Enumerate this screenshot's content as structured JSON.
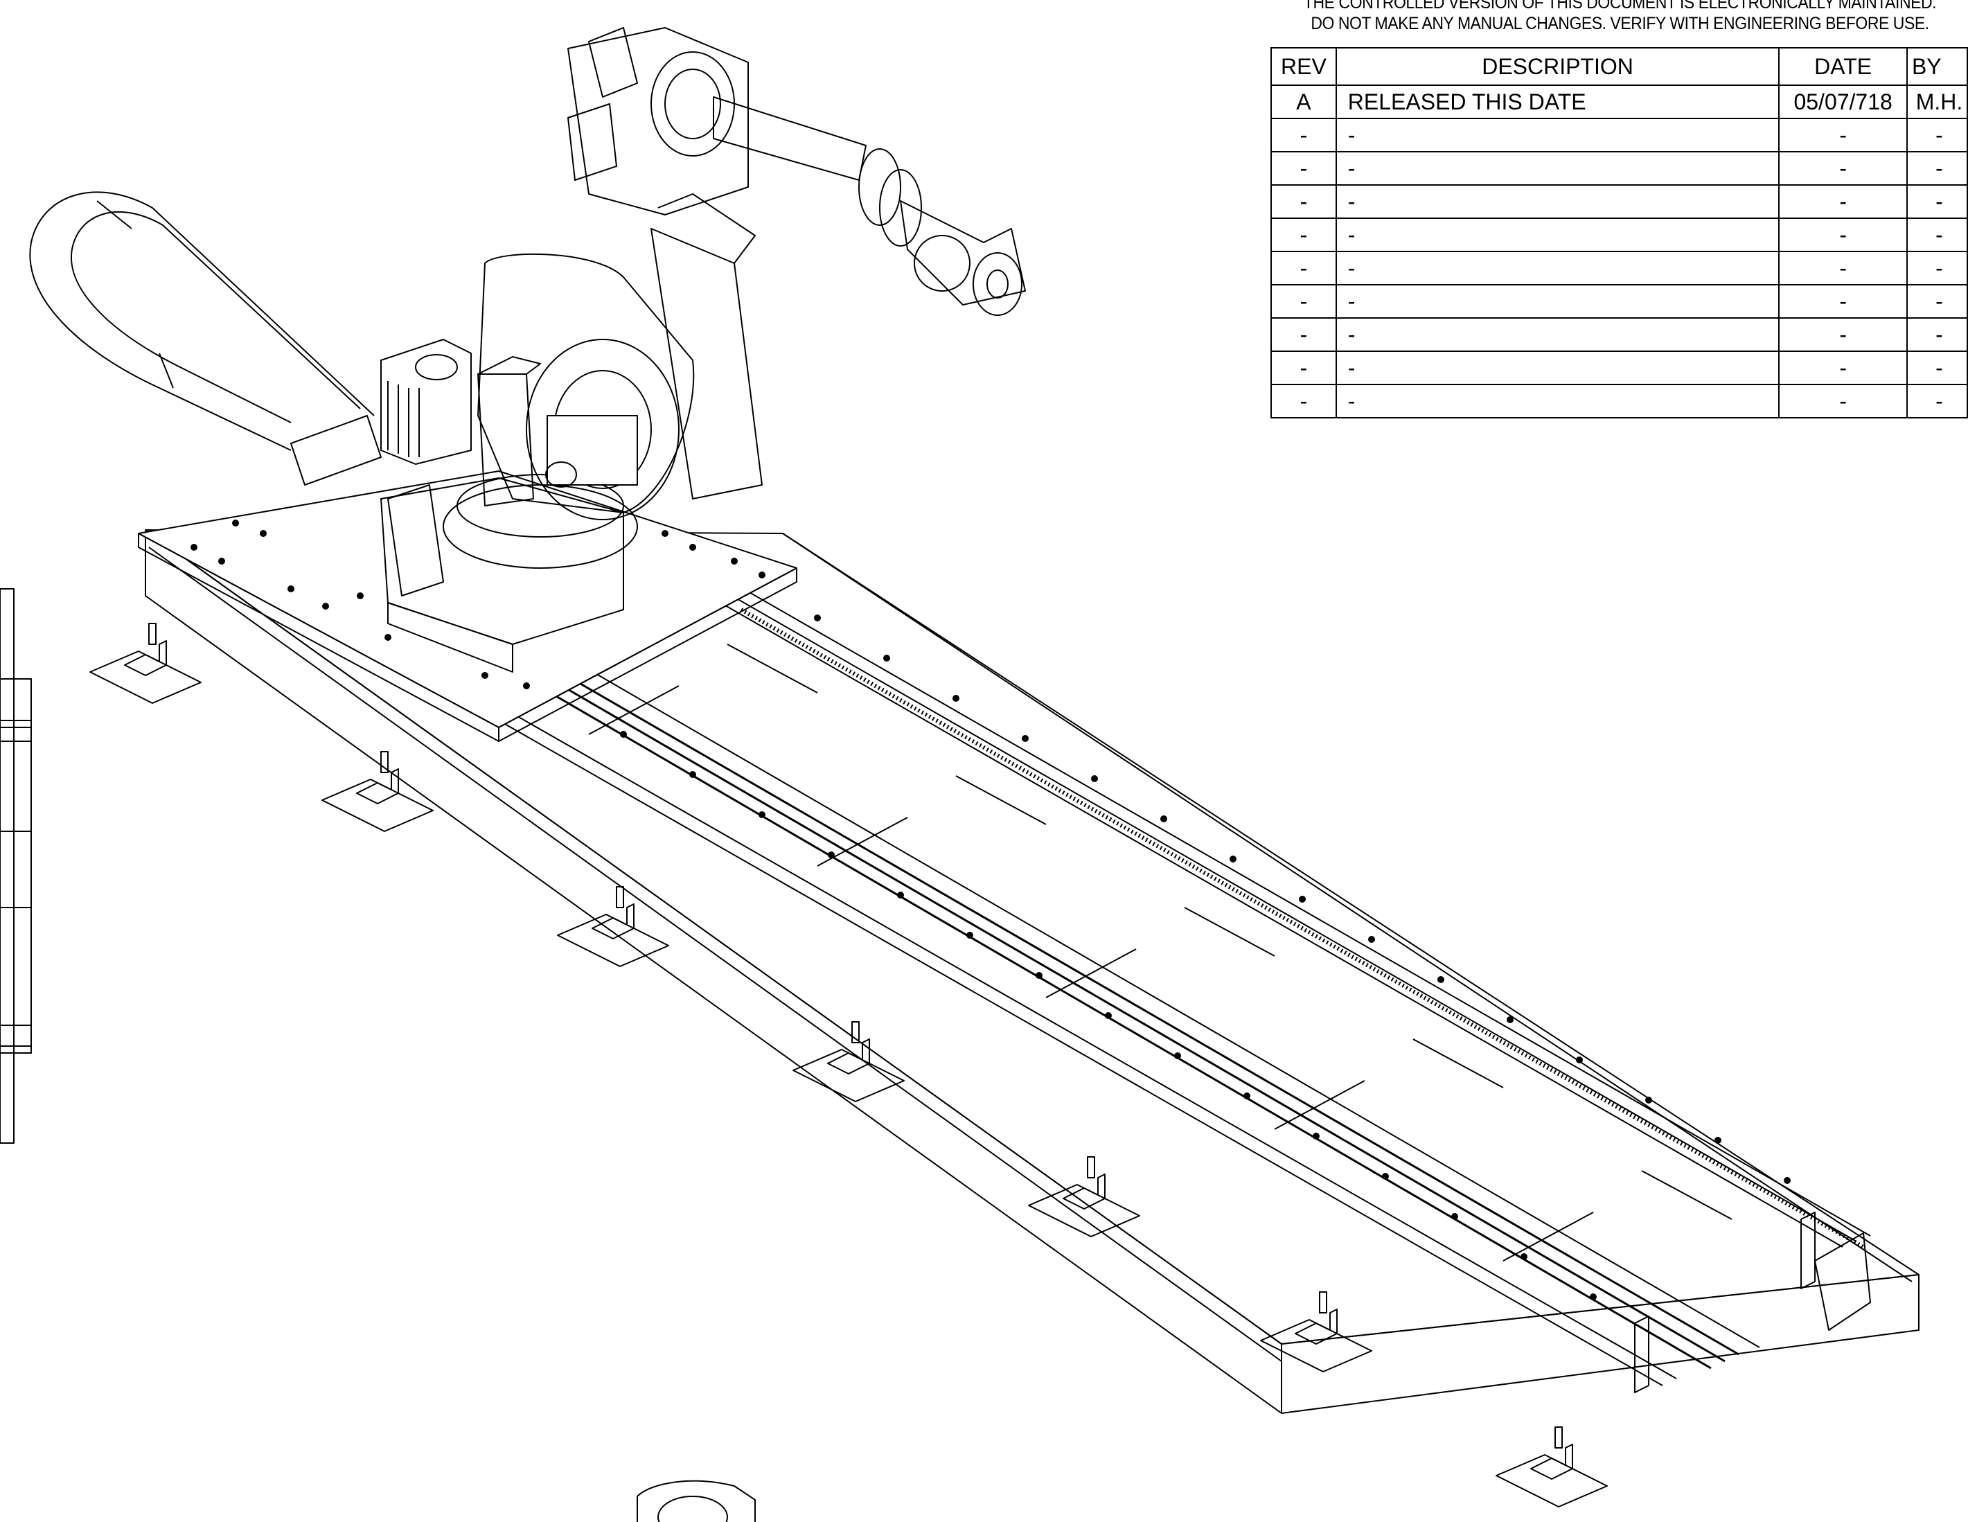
{
  "notice": {
    "line1": "THE CONTROLLED VERSION OF THIS DOCUMENT IS ELECTRONICALLY MAINTAINED.",
    "line2": "DO NOT MAKE ANY MANUAL CHANGES. VERIFY WITH ENGINEERING BEFORE USE."
  },
  "revision_table": {
    "headers": {
      "rev": "REV",
      "description": "DESCRIPTION",
      "date": "DATE",
      "by": "BY"
    },
    "rows": [
      {
        "rev": "A",
        "description": "RELEASED THIS DATE",
        "date": "05/07/718",
        "by": "M.H."
      },
      {
        "rev": "-",
        "description": "-",
        "date": "-",
        "by": "-"
      },
      {
        "rev": "-",
        "description": "-",
        "date": "-",
        "by": "-"
      },
      {
        "rev": "-",
        "description": "-",
        "date": "-",
        "by": "-"
      },
      {
        "rev": "-",
        "description": "-",
        "date": "-",
        "by": "-"
      },
      {
        "rev": "-",
        "description": "-",
        "date": "-",
        "by": "-"
      },
      {
        "rev": "-",
        "description": "-",
        "date": "-",
        "by": "-"
      },
      {
        "rev": "-",
        "description": "-",
        "date": "-",
        "by": "-"
      },
      {
        "rev": "-",
        "description": "-",
        "date": "-",
        "by": "-"
      },
      {
        "rev": "-",
        "description": "-",
        "date": "-",
        "by": "-"
      }
    ]
  },
  "colors": {
    "ink": "#000000",
    "paper": "#ffffff"
  }
}
